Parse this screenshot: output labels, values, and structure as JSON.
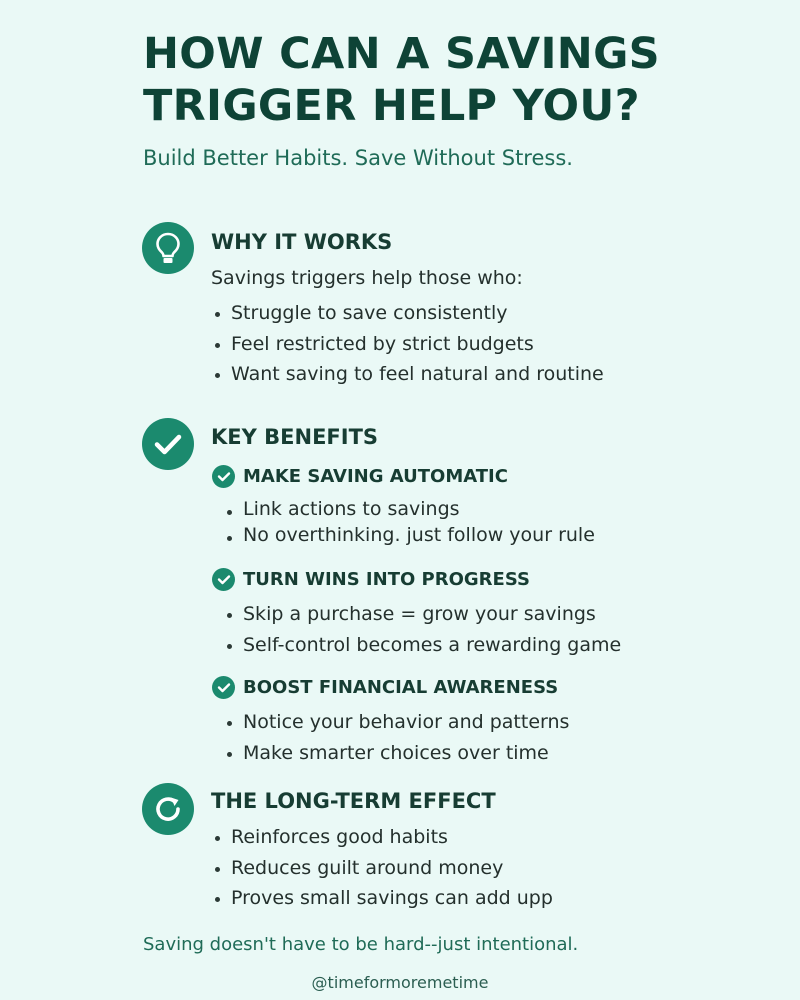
{
  "header": {
    "title_line1": "HOW CAN A SAVINGS",
    "title_line2": "TRIGGER HELP YOU?",
    "subtitle": "Build Better Habits. Save Without Stress."
  },
  "colors": {
    "background": "#eaf9f6",
    "title": "#0e4336",
    "accent": "#1b8a6e",
    "subtitle": "#1f6b57",
    "body_text": "#24302d"
  },
  "sections": {
    "why": {
      "icon": "lightbulb-icon",
      "heading": "WHY IT WORKS",
      "intro": "Savings triggers help those who:",
      "bullets": [
        "Struggle to save consistently",
        "Feel restricted by strict budgets",
        "Want saving to feel natural and routine"
      ]
    },
    "benefits": {
      "icon": "checkmark-icon",
      "heading": "KEY BENEFITS",
      "items": [
        {
          "icon": "check-circle-icon",
          "heading": "MAKE SAVING AUTOMATIC",
          "bullets": [
            "Link actions to savings",
            "No overthinking. just follow your rule"
          ]
        },
        {
          "icon": "check-circle-icon",
          "heading": "TURN WINS INTO PROGRESS",
          "bullets": [
            "Skip a purchase = grow your savings",
            "Self-control becomes a rewarding game"
          ]
        },
        {
          "icon": "check-circle-icon",
          "heading": "BOOST FINANCIAL AWARENESS",
          "bullets": [
            "Notice your behavior and patterns",
            "Make smarter choices over time"
          ]
        }
      ]
    },
    "longterm": {
      "icon": "refresh-icon",
      "heading": "THE LONG-TERM EFFECT",
      "bullets": [
        "Reinforces good habits",
        "Reduces guilt around money",
        "Proves small savings can add upp"
      ]
    }
  },
  "footer": {
    "tagline": "Saving doesn't have to be hard--just intentional.",
    "handle": "@timeformoremetime"
  }
}
